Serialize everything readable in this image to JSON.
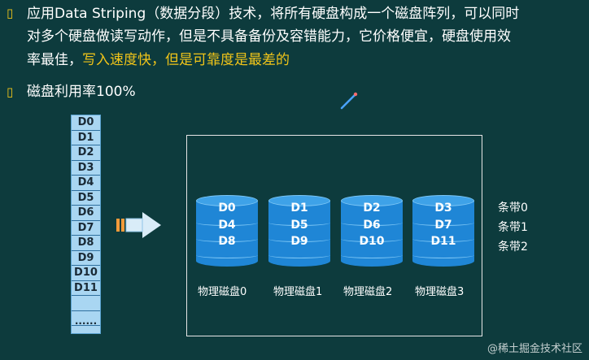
{
  "bullets": [
    {
      "lines": [
        "应用Data Striping（数据分段）技术，将所有硬盘构成一个磁盘阵列，可以同时",
        "对多个硬盘做读写动作，但是不具备备份及容错能力，它价格便宜，硬盘使用效"
      ],
      "last_line_plain": "率最佳，",
      "last_line_highlight": "写入速度快，但是可靠度是最差的"
    },
    {
      "text": "磁盘利用率100%"
    }
  ],
  "strip": {
    "items": [
      "D0",
      "D1",
      "D2",
      "D3",
      "D4",
      "D5",
      "D6",
      "D7",
      "D8",
      "D9",
      "D10",
      "D11"
    ],
    "ellipsis": "......"
  },
  "disks": [
    {
      "label": "物理磁盘0",
      "values": [
        "D0",
        "D4",
        "D8"
      ]
    },
    {
      "label": "物理磁盘1",
      "values": [
        "D1",
        "D5",
        "D9"
      ]
    },
    {
      "label": "物理磁盘2",
      "values": [
        "D2",
        "D6",
        "D10"
      ]
    },
    {
      "label": "物理磁盘3",
      "values": [
        "D3",
        "D7",
        "D11"
      ]
    }
  ],
  "bands": [
    "条带0",
    "条带1",
    "条带2"
  ],
  "watermark": "@稀土掘金技术社区",
  "colors": {
    "background": "#0d3b3d",
    "highlight": "#f0c419",
    "disk": "#1f86d6",
    "strip": "#a9d6f2"
  }
}
